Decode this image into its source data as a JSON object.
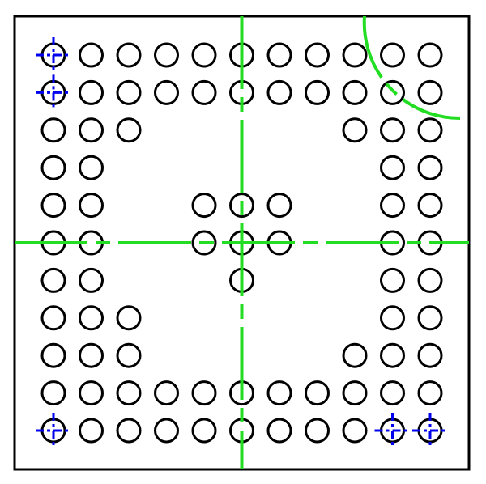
{
  "diagram": {
    "colors": {
      "background": "#ffffff",
      "outline": "#000000",
      "centerline": "#22dd22",
      "fiducial": "#0000ee"
    },
    "grid": {
      "columns": 11,
      "rows": 11
    },
    "pads": [
      [
        1,
        1,
        1,
        1,
        1,
        1,
        1,
        1,
        1,
        1,
        1
      ],
      [
        1,
        1,
        1,
        1,
        1,
        1,
        1,
        1,
        1,
        1,
        1
      ],
      [
        1,
        1,
        1,
        0,
        0,
        0,
        0,
        0,
        1,
        1,
        1
      ],
      [
        1,
        1,
        0,
        0,
        0,
        0,
        0,
        0,
        0,
        1,
        1
      ],
      [
        1,
        1,
        0,
        0,
        1,
        1,
        1,
        0,
        0,
        1,
        1
      ],
      [
        1,
        1,
        0,
        0,
        1,
        1,
        1,
        0,
        0,
        1,
        1
      ],
      [
        1,
        1,
        0,
        0,
        0,
        1,
        0,
        0,
        0,
        1,
        1
      ],
      [
        1,
        1,
        1,
        0,
        0,
        0,
        0,
        0,
        0,
        1,
        1
      ],
      [
        1,
        1,
        1,
        0,
        0,
        0,
        0,
        0,
        1,
        1,
        1
      ],
      [
        1,
        1,
        1,
        1,
        1,
        1,
        1,
        1,
        1,
        1,
        1
      ],
      [
        1,
        1,
        1,
        1,
        1,
        1,
        1,
        1,
        1,
        1,
        1
      ]
    ],
    "fiducial_pads": [
      {
        "row": 1,
        "col": 1
      },
      {
        "row": 2,
        "col": 1
      },
      {
        "row": 11,
        "col": 1
      },
      {
        "row": 11,
        "col": 10
      },
      {
        "row": 11,
        "col": 11
      }
    ],
    "center_pad": {
      "row": 6,
      "col": 6
    },
    "corner_arc": "top-right"
  }
}
